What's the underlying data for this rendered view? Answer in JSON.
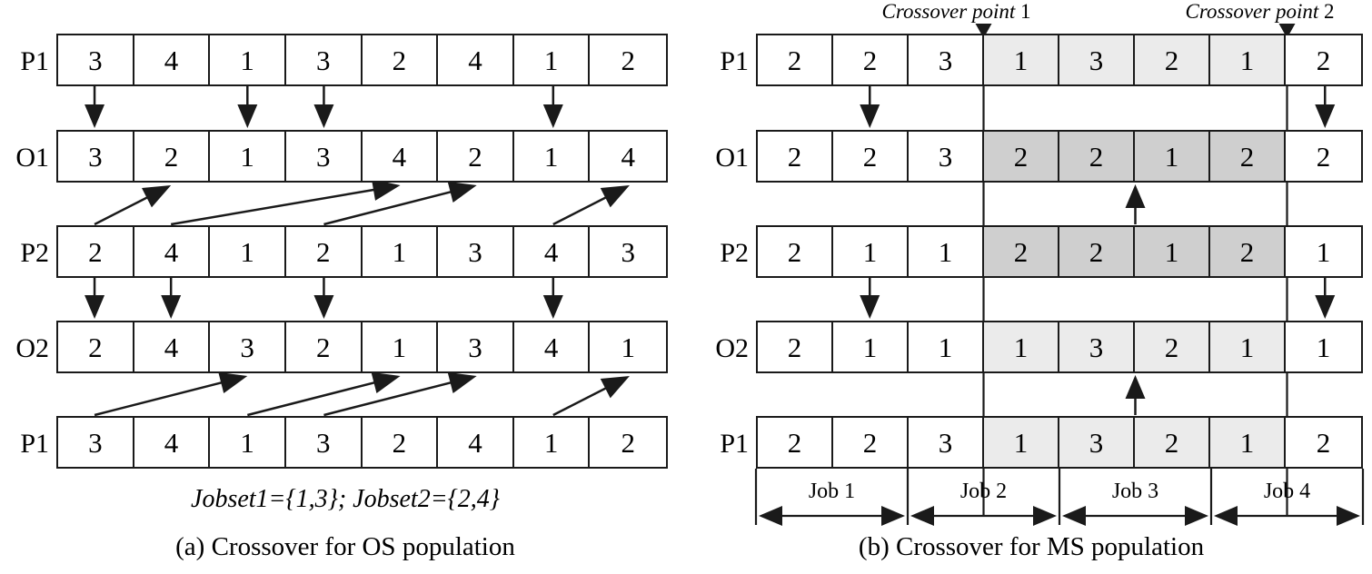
{
  "figure": {
    "panel_a": {
      "caption": "(a) Crossover for OS population",
      "jobset_text": "Jobset1={1,3}; Jobset2={2,4}",
      "rows": [
        {
          "label": "P1",
          "values": [
            "3",
            "4",
            "1",
            "3",
            "2",
            "4",
            "1",
            "2"
          ]
        },
        {
          "label": "O1",
          "values": [
            "3",
            "2",
            "1",
            "3",
            "4",
            "2",
            "1",
            "4"
          ]
        },
        {
          "label": "P2",
          "values": [
            "2",
            "4",
            "1",
            "2",
            "1",
            "3",
            "4",
            "3"
          ]
        },
        {
          "label": "O2",
          "values": [
            "2",
            "4",
            "3",
            "2",
            "1",
            "3",
            "4",
            "1"
          ]
        },
        {
          "label": "P1",
          "values": [
            "3",
            "4",
            "1",
            "3",
            "2",
            "4",
            "1",
            "2"
          ]
        }
      ],
      "down_arrows_p1_o1": [
        0,
        2,
        3,
        6
      ],
      "diagonals_p2_o1": [
        [
          0,
          1
        ],
        [
          1,
          4
        ],
        [
          3,
          5
        ],
        [
          6,
          7
        ]
      ],
      "down_arrows_p2_o2": [
        0,
        1,
        3,
        6
      ],
      "diagonals_p1_o2": [
        [
          0,
          2
        ],
        [
          2,
          4
        ],
        [
          3,
          5
        ],
        [
          6,
          7
        ]
      ]
    },
    "panel_b": {
      "caption": "(b) Crossover for MS population",
      "crossover_labels": [
        {
          "text": "Crossover point",
          "number": "1"
        },
        {
          "text": "Crossover point",
          "number": "2"
        }
      ],
      "crossover_cells": [
        3,
        7
      ],
      "rows": [
        {
          "label": "P1",
          "values": [
            "2",
            "2",
            "3",
            "1",
            "3",
            "2",
            "1",
            "2"
          ],
          "shade": [
            "none",
            "none",
            "none",
            "light",
            "light",
            "light",
            "light",
            "none"
          ]
        },
        {
          "label": "O1",
          "values": [
            "2",
            "2",
            "3",
            "2",
            "2",
            "1",
            "2",
            "2"
          ],
          "shade": [
            "none",
            "none",
            "none",
            "dark",
            "dark",
            "dark",
            "dark",
            "none"
          ]
        },
        {
          "label": "P2",
          "values": [
            "2",
            "1",
            "1",
            "2",
            "2",
            "1",
            "2",
            "1"
          ],
          "shade": [
            "none",
            "none",
            "none",
            "dark",
            "dark",
            "dark",
            "dark",
            "none"
          ]
        },
        {
          "label": "O2",
          "values": [
            "2",
            "1",
            "1",
            "1",
            "3",
            "2",
            "1",
            "1"
          ],
          "shade": [
            "none",
            "none",
            "none",
            "light",
            "light",
            "light",
            "light",
            "none"
          ]
        },
        {
          "label": "P1",
          "values": [
            "2",
            "2",
            "3",
            "1",
            "3",
            "2",
            "1",
            "2"
          ],
          "shade": [
            "none",
            "none",
            "none",
            "light",
            "light",
            "light",
            "light",
            "none"
          ]
        }
      ],
      "down_arrows_p1_o1": [
        1,
        7
      ],
      "up_arrow_p2_o1_at_boundary": 5,
      "down_arrows_p2_o2": [
        1,
        7
      ],
      "up_arrow_p1_o2_at_boundary": 5,
      "jobs": [
        {
          "label": "Job 1",
          "start": 0,
          "end": 2
        },
        {
          "label": "Job 2",
          "start": 2,
          "end": 4
        },
        {
          "label": "Job 3",
          "start": 4,
          "end": 6
        },
        {
          "label": "Job 4",
          "start": 6,
          "end": 8
        }
      ]
    }
  },
  "colors": {
    "stroke": "#1a1a1a",
    "shade_light": "#ebebeb",
    "shade_dark": "#cfcfcf",
    "background": "#ffffff"
  }
}
